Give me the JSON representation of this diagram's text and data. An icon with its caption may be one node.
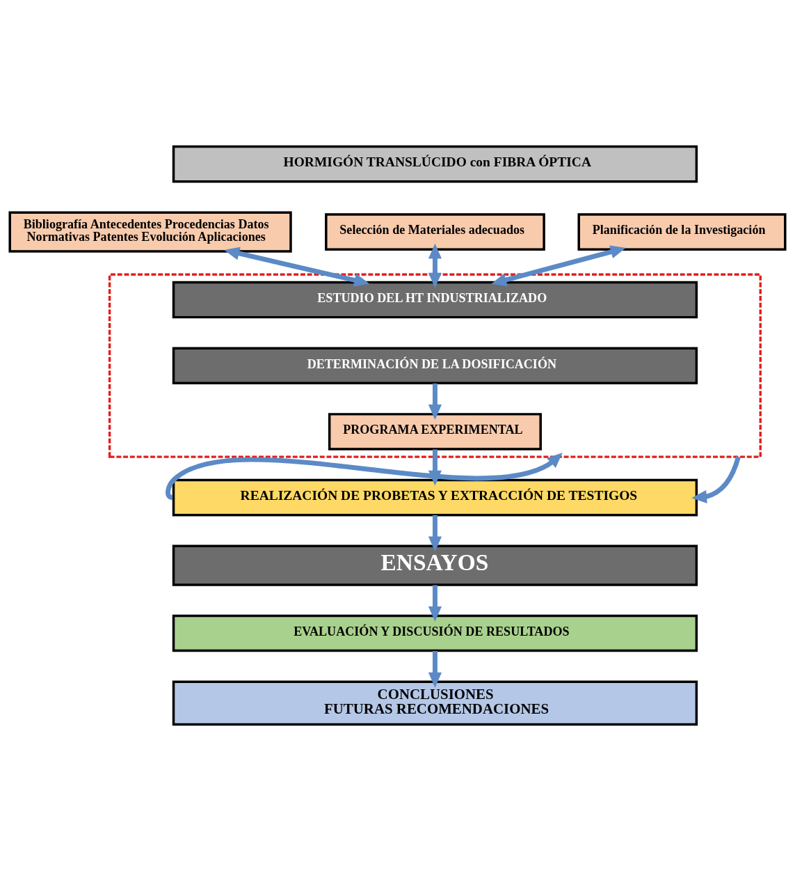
{
  "diagram": {
    "nodes": [
      {
        "text": [
          "HORMIGÓN TRANSLÚCIDO con FIBRA ÓPTICA"
        ]
      },
      {
        "text": [
          "Bibliografía Antecedentes Procedencias Datos",
          "Normativas Patentes Evolución Aplicaciones"
        ]
      },
      {
        "text": [
          "Selección de Materiales adecuados"
        ]
      },
      {
        "text": [
          "Planificación de la Investigación"
        ]
      },
      {
        "text": [],
        "shape": "box"
      },
      {
        "text": [
          "ESTUDIO DEL HT INDUSTRIALIZADO"
        ],
        "in": 4
      },
      {
        "text": [
          "DETERMINACIÓN DE LA DOSIFICACIÓN"
        ],
        "in": 4
      },
      {
        "text": [
          "PROGRAMA EXPERIMENTAL"
        ],
        "in": 4
      },
      {
        "text": [
          "REALIZACIÓN DE PROBETAS Y EXTRACCIÓN DE TESTIGOS"
        ]
      },
      {
        "text": [
          "ENSAYOS"
        ]
      },
      {
        "text": [
          "EVALUACIÓN Y DISCUSIÓN DE RESULTADOS"
        ]
      },
      {
        "text": [
          "CONCLUSIONES",
          "FUTURAS RECOMENDACIONES"
        ]
      }
    ],
    "edges": [
      {
        "from": 1,
        "to": 5,
        "arrow": "both"
      },
      {
        "from": 2,
        "to": 5,
        "arrow": "both"
      },
      {
        "from": 3,
        "to": 5,
        "arrow": "both"
      },
      {
        "from": 6,
        "to": 7,
        "arrow": "to"
      },
      {
        "from": 7,
        "to": 8,
        "arrow": "to"
      },
      {
        "from": 8,
        "to": 4,
        "arrow": "to"
      },
      {
        "from": 4,
        "to": 8,
        "arrow": "to"
      },
      {
        "from": 8,
        "to": 9,
        "arrow": "to"
      },
      {
        "from": 9,
        "to": 10,
        "arrow": "to"
      },
      {
        "from": 10,
        "to": 11,
        "arrow": "to"
      }
    ]
  }
}
